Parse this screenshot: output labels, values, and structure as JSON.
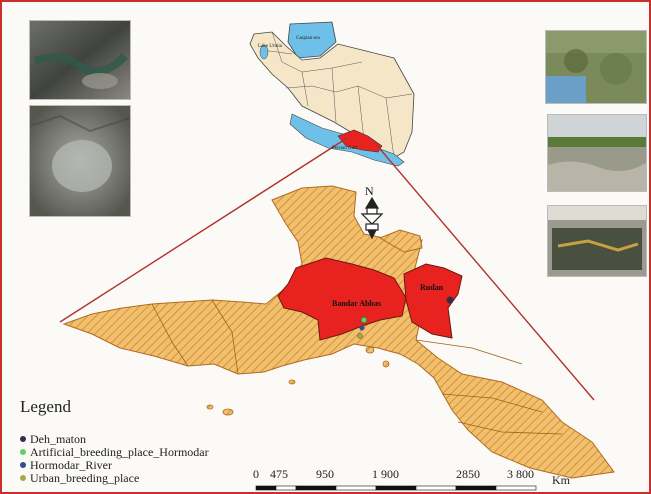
{
  "inset_map": {
    "labels": {
      "caspian_sea": "Caspian sea",
      "lake": "Lake Urmia",
      "gulf": "Persian Gulf"
    }
  },
  "main_map": {
    "city_labels": {
      "bandar_abbas": "Bandar Abbas",
      "rudan": "Rudan"
    }
  },
  "north_arrow": {
    "label": "N"
  },
  "legend": {
    "title": "Legend",
    "items": [
      {
        "label": "Deh_maton",
        "color": "#3a2a4a"
      },
      {
        "label": "Artificial_breeding_place_Hormodar",
        "color": "#5fcf5f"
      },
      {
        "label": "Hormodar_River",
        "color": "#2f4f8f"
      },
      {
        "label": "Urban_breeding_place",
        "color": "#a8a84a"
      }
    ]
  },
  "scale_bar": {
    "ticks": [
      "0",
      "475",
      "950",
      "1 900",
      "2850",
      "3 800"
    ],
    "unit": "Km"
  },
  "colors": {
    "border": "#c9302c",
    "region_fill": "#e8b25a",
    "highlight": "#e8231f",
    "sea": "#6fc0e8",
    "inset_land": "#f6e6c8"
  }
}
